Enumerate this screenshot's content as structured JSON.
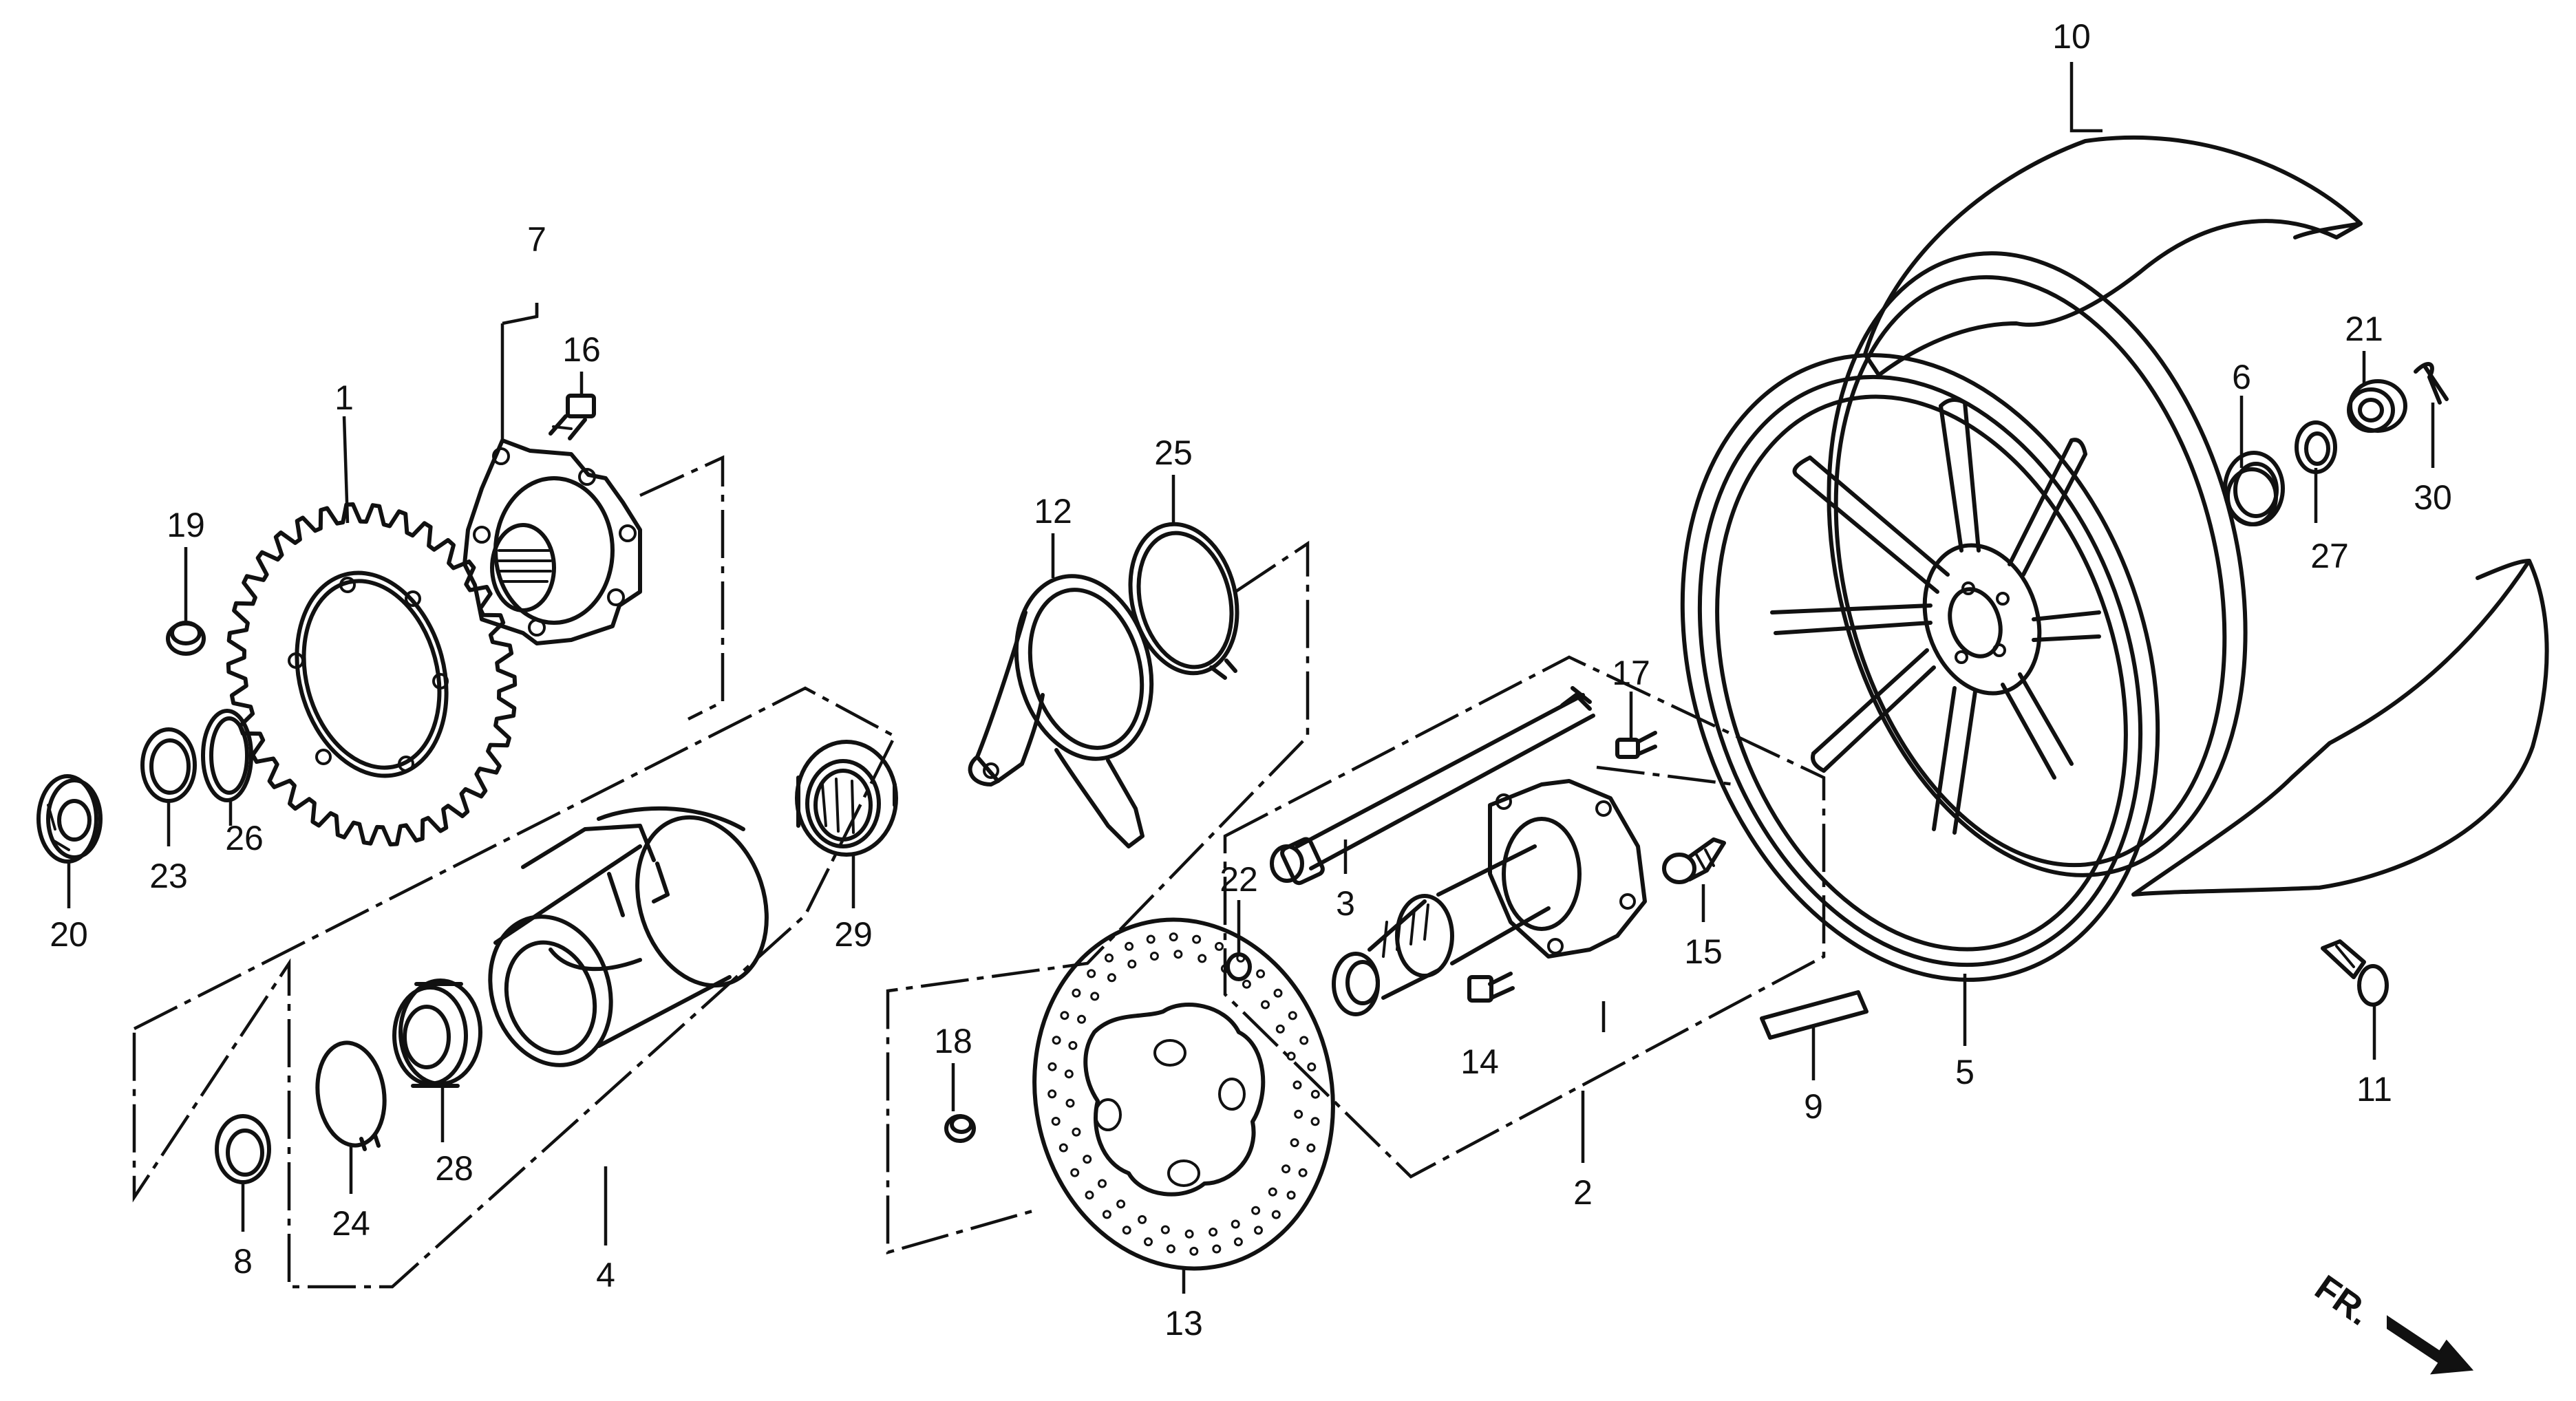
{
  "callouts": {
    "c1": "1",
    "c2": "2",
    "c3": "3",
    "c4": "4",
    "c5": "5",
    "c6": "6",
    "c7": "7",
    "c8": "8",
    "c9": "9",
    "c10": "10",
    "c11": "11",
    "c12": "12",
    "c13": "13",
    "c14": "14",
    "c15": "15",
    "c16": "16",
    "c17": "17",
    "c18": "18",
    "c19": "19",
    "c20": "20",
    "c21": "21",
    "c22": "22",
    "c23": "23",
    "c24": "24",
    "c25": "25",
    "c26": "26",
    "c27": "27",
    "c28": "28",
    "c29": "29",
    "c30": "30"
  },
  "direction": {
    "label": "FR."
  }
}
